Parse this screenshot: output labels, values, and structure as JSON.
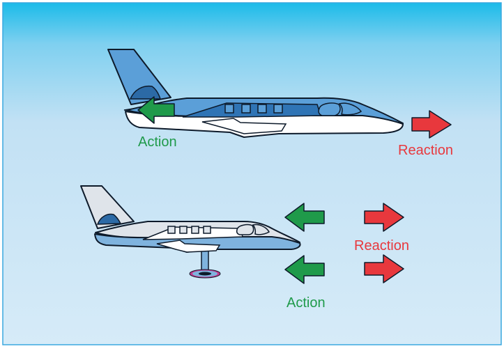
{
  "labels": {
    "action_top": "Action",
    "reaction_top": "Reaction",
    "reaction_bottom": "Reaction",
    "action_bottom": "Action"
  },
  "colors": {
    "action": "#1f9a4a",
    "reaction": "#e8383d",
    "sky_top": "#1bbbe9",
    "sky_bottom": "#d4e9f7",
    "plane_blue": "#5b9fd8",
    "plane_grey": "#dfe4ea",
    "stand_ring": "#c23a8d"
  }
}
